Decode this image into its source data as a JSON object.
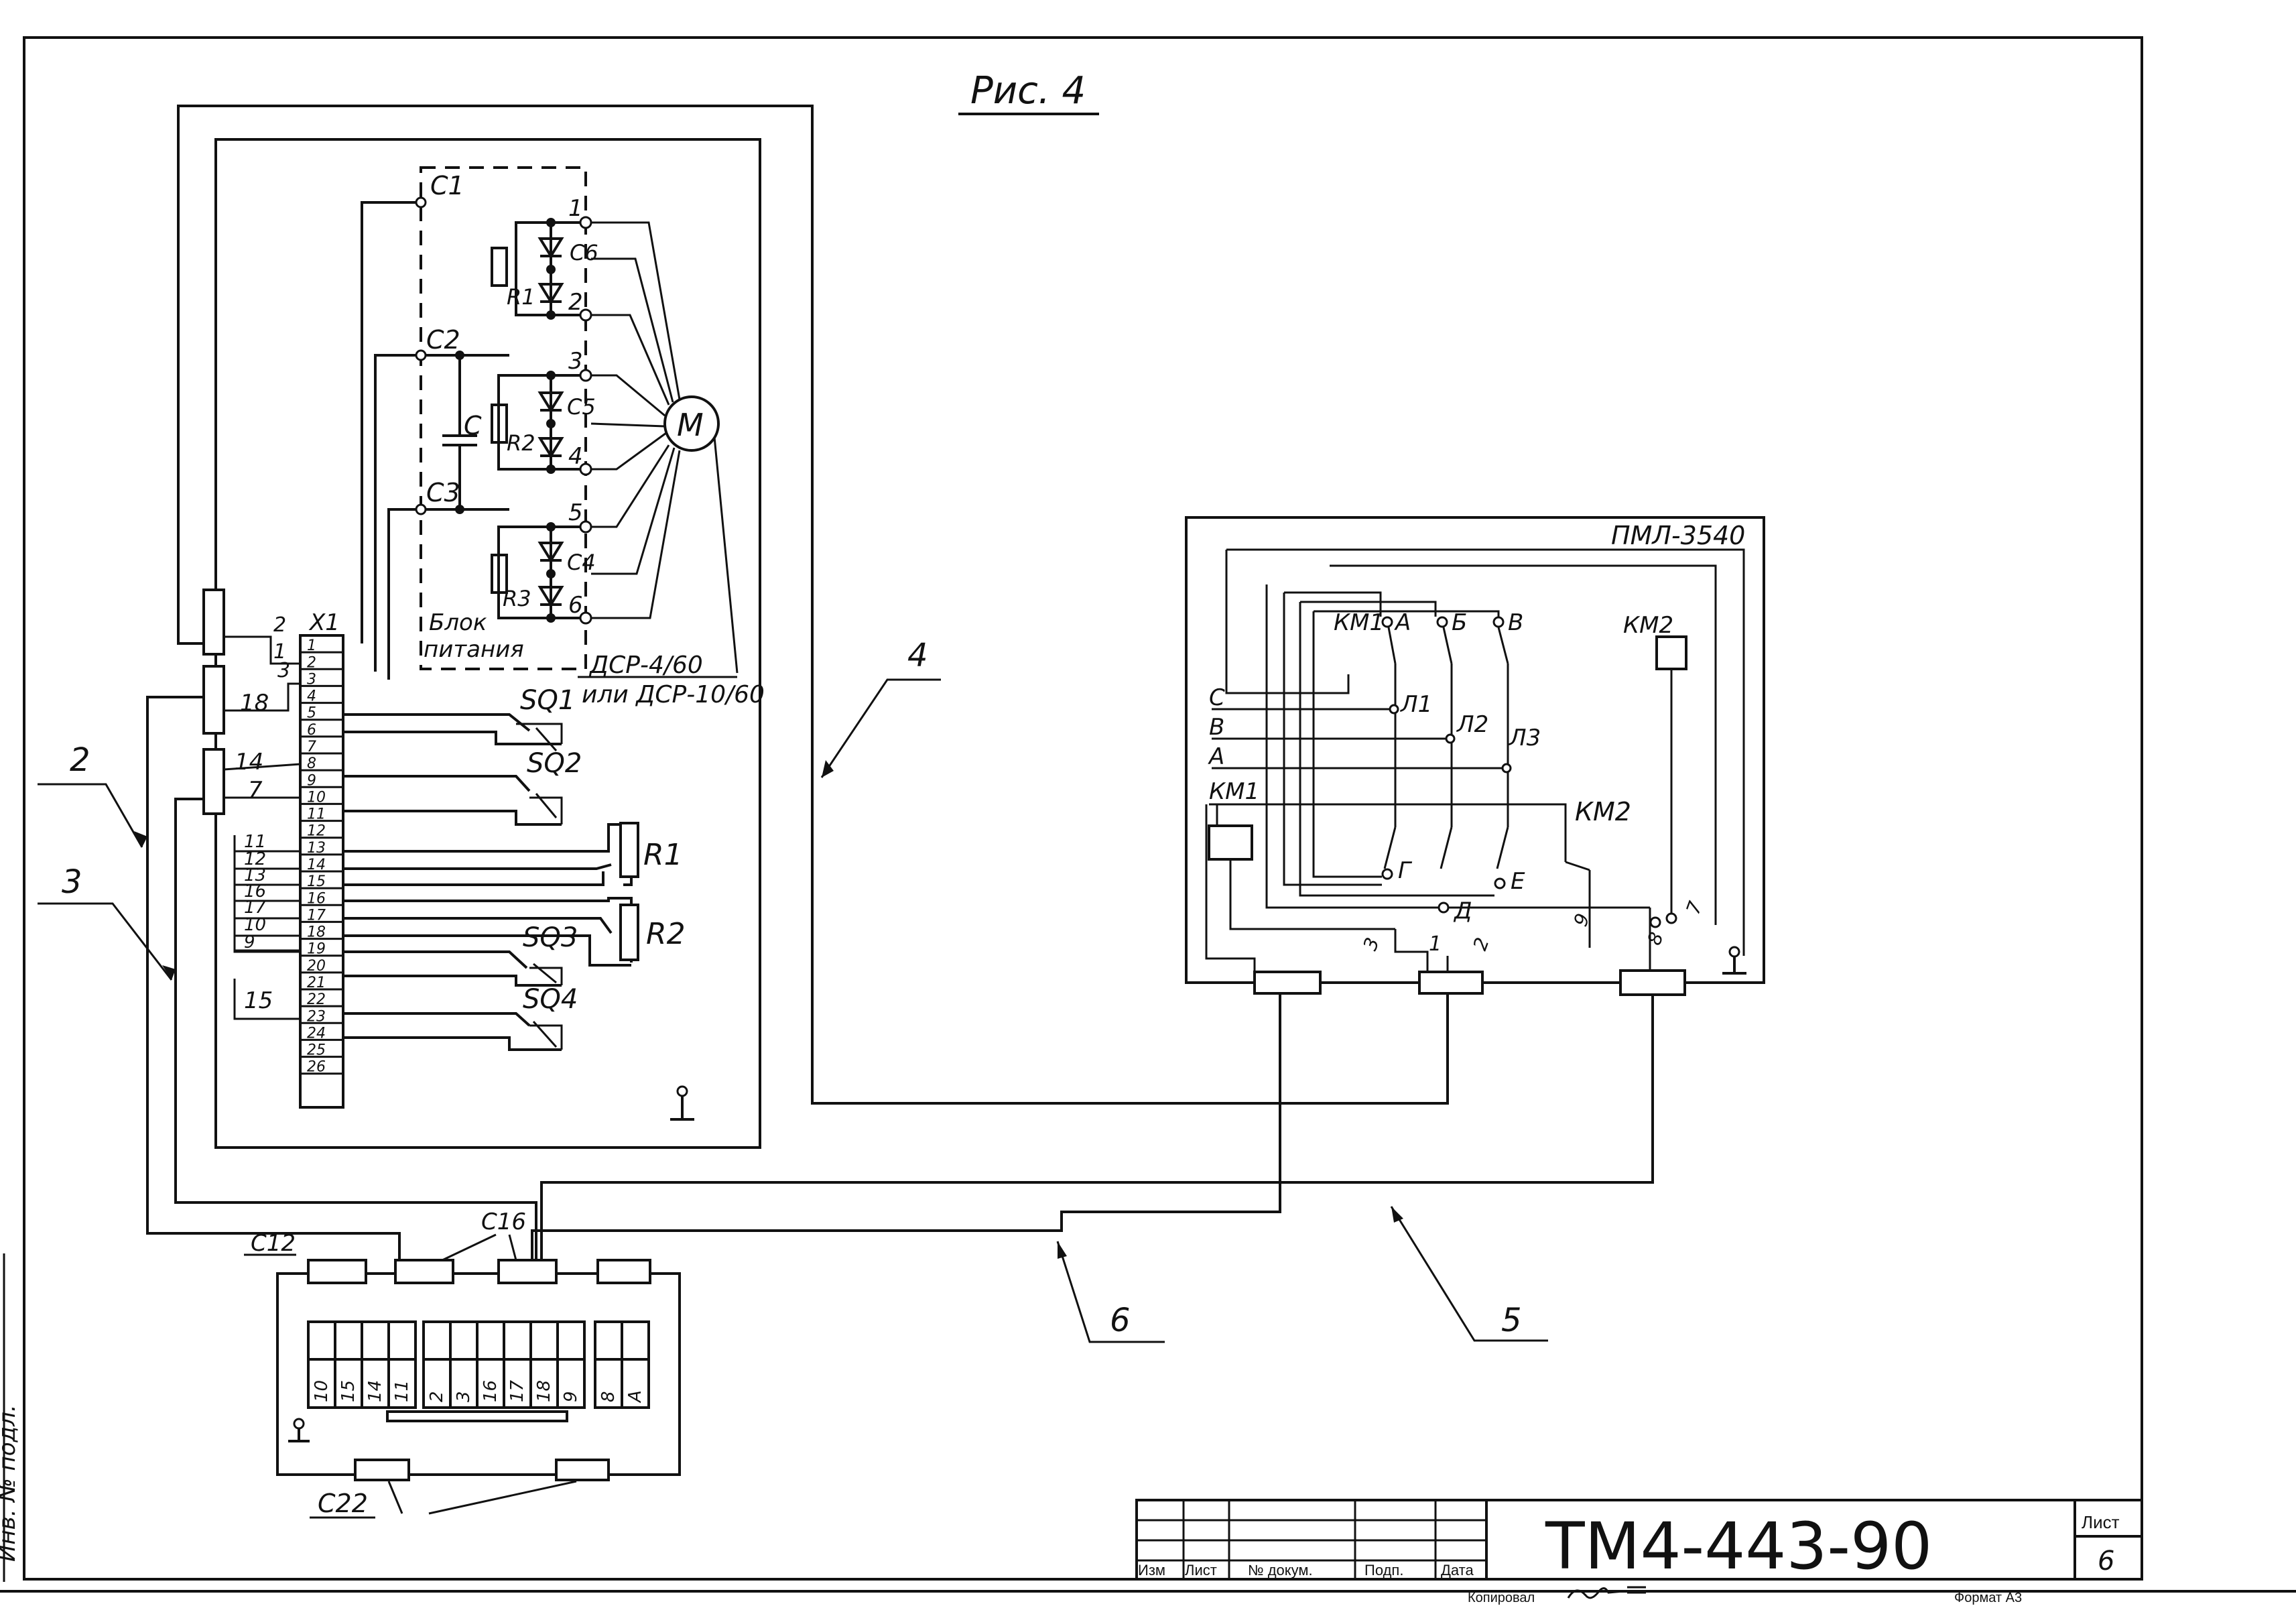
{
  "figure_title": "Рис. 4",
  "drawing": {
    "power_block": {
      "label_line1": "Блок",
      "label_line2": "питания",
      "model": "ДСР-4/60",
      "model_alt": "или ДСР-10/60"
    },
    "capacitor_labels": [
      "C1",
      "C2",
      "C3",
      "C"
    ],
    "diode_labels": [
      "C6",
      "C5",
      "C4"
    ],
    "resistor_labels": [
      "R1",
      "R2",
      "R3"
    ],
    "motor_label": "M",
    "block_terminals": [
      "1",
      "2",
      "3",
      "4",
      "5",
      "6"
    ],
    "terminal_block": "X1",
    "x1_numbers": [
      "1",
      "2",
      "3",
      "4",
      "5",
      "6",
      "7",
      "8",
      "9",
      "10",
      "11",
      "12",
      "13",
      "14",
      "15",
      "16",
      "17",
      "18",
      "19",
      "20",
      "21",
      "22",
      "23",
      "24",
      "25",
      "26"
    ],
    "wire_numbers_left": [
      "2",
      "1",
      "3",
      "18",
      "14",
      "7",
      "11",
      "12",
      "13",
      "16",
      "17",
      "10",
      "9",
      "15"
    ],
    "switches": [
      "SQ1",
      "SQ2",
      "SQ3",
      "SQ4"
    ],
    "rheostats": [
      "R1",
      "R2"
    ],
    "cable_callouts": [
      "2",
      "3",
      "4",
      "5",
      "6"
    ],
    "glands": [
      "C12",
      "C16",
      "C22"
    ],
    "bottom_block_numbers": [
      "10",
      "15",
      "14",
      "11",
      "2",
      "3",
      "16",
      "17",
      "18",
      "9",
      "8",
      "A"
    ],
    "starter": {
      "model": "ПМЛ-3540",
      "phases_in": [
        "C",
        "B",
        "A"
      ],
      "top_contacts": [
        "А",
        "Б",
        "В"
      ],
      "bottom_contacts": [
        "Г",
        "Д",
        "Е"
      ],
      "overload": [
        "Л1",
        "Л2",
        "Л3"
      ],
      "coils": [
        "КМ1",
        "КМ2"
      ],
      "contact_km1_label": "КМ1",
      "contact_km2_label": "КМ2",
      "terminal_numbers": [
        "3",
        "1",
        "2",
        "9",
        "8",
        "7"
      ]
    }
  },
  "title_block": {
    "headers": [
      "Изм",
      "Лист",
      "№ докум.",
      "Подп.",
      "Дата"
    ],
    "document_code": "ТМ4-443-90",
    "sheet_label": "Лист",
    "sheet_number": "6",
    "copied_label": "Копировал",
    "format_label": "Формат А3"
  },
  "side_stamp": "Инв. № подл."
}
